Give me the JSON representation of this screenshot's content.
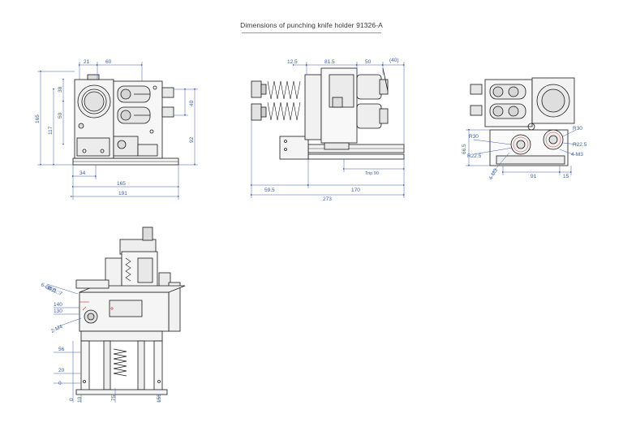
{
  "title": "Dimensions of punching knife holder 91326-A",
  "colors": {
    "dimension": "#3d5fa8",
    "outline": "#1a1a1a",
    "accent": "#c0392b"
  },
  "front_view": {
    "dims": {
      "d21": "21",
      "d60": "60",
      "d38": "38",
      "d50": "50",
      "d165v": "165",
      "d117": "117",
      "d40": "40",
      "d92": "92",
      "d34": "34",
      "d165h": "165",
      "d191": "191"
    }
  },
  "side_view": {
    "dims": {
      "d12_5": "12.5",
      "d81_5": "81.5",
      "d50": "50",
      "d40p": "(40)",
      "d59_5": "59.5",
      "d170": "170",
      "d273": "273",
      "trip": "Trip 90"
    }
  },
  "top_view": {
    "dims": {
      "r30a": "R30",
      "r22_5a": "R22.5",
      "d66_5": "66.5",
      "m3a": "4-M3",
      "r30b": "R30",
      "r22_5b": "R22.5",
      "m3b": "4-M3",
      "d91": "91",
      "d15": "15"
    }
  },
  "iso_view": {
    "dims": {
      "phi": "6-Ø6.5",
      "phi2": "Ø11□7",
      "d140": "140",
      "d130": "130",
      "d2m": "2-M4",
      "d56": "56",
      "d20": "20",
      "d0": "0",
      "b0": "0",
      "b10": "10",
      "b75": "75",
      "b155": "155"
    }
  }
}
